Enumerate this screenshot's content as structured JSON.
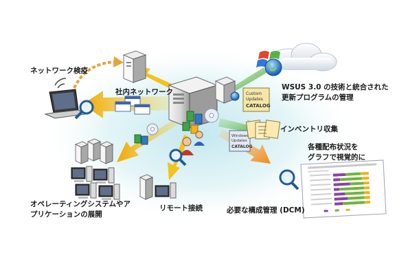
{
  "labels": {
    "network_scan": "ネットワーク検疫",
    "intranet": "社内ネットワーク",
    "wsus_line1": "WSUS 3.0 の技術と統合された",
    "wsus_line2": "更新プログラムの管理",
    "inventory": "インベントリ収集",
    "deploy_status_line1": "各種配布状況を",
    "deploy_status_line2": "グラフで視覚的に",
    "os_deploy_line1": "オペレーティングシステムやア",
    "os_deploy_line2": "プリケーションの展開",
    "remote": "リモート接続",
    "dcm": "必要な構成管理 (DCM)"
  },
  "catalog_labels": {
    "custom_line1": "Custom",
    "custom_line2": "Updates",
    "custom_line3": "CATALOG",
    "windows_line1": "Windows",
    "windows_line2": "Updates",
    "windows_line3": "CATALOG"
  },
  "colors": {
    "arrow_yellow": "#f2b800",
    "arrow_green": "#49a83c",
    "arrow_orange": "#f39c2a",
    "glow": "#c6e8ee"
  }
}
